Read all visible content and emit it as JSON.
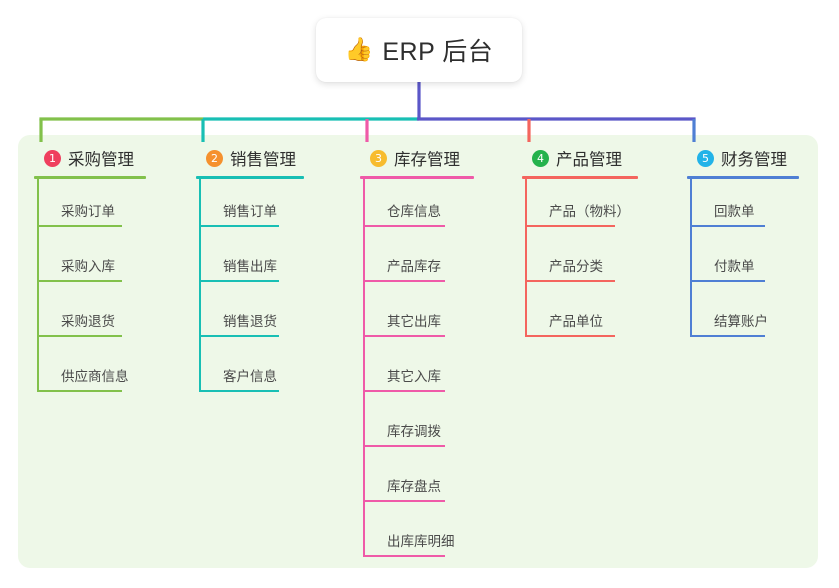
{
  "diagram": {
    "title": {
      "icon": "thumbs-up-icon",
      "emoji": "👍",
      "text": "ERP 后台"
    },
    "panel_color": "#eef8e8",
    "trunk_color": "#5b57c8",
    "columns": [
      {
        "number": "1",
        "title": "采购管理",
        "badge_color": "#ef3f5e",
        "line_color": "#82c14b",
        "items": [
          "采购订单",
          "采购入库",
          "采购退货",
          "供应商信息"
        ]
      },
      {
        "number": "2",
        "title": "销售管理",
        "badge_color": "#f5912e",
        "line_color": "#18bfb4",
        "items": [
          "销售订单",
          "销售出库",
          "销售退货",
          "客户信息"
        ]
      },
      {
        "number": "3",
        "title": "库存管理",
        "badge_color": "#f7bc2e",
        "line_color": "#ef5aa8",
        "items": [
          "仓库信息",
          "产品库存",
          "其它出库",
          "其它入库",
          "库存调拨",
          "库存盘点",
          "出库库明细"
        ]
      },
      {
        "number": "4",
        "title": "产品管理",
        "badge_color": "#24b24c",
        "line_color": "#f4655e",
        "items": [
          "产品（物料）",
          "产品分类",
          "产品单位"
        ]
      },
      {
        "number": "5",
        "title": "财务管理",
        "badge_color": "#22b3e8",
        "line_color": "#4f7fd4",
        "items": [
          "回款单",
          "付款单",
          "结算账户"
        ]
      }
    ]
  }
}
